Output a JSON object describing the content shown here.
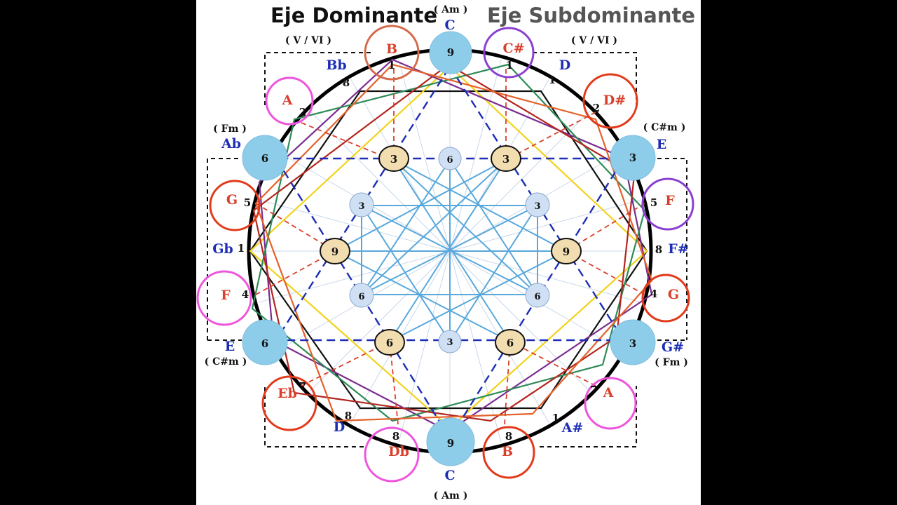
{
  "titles": {
    "left": "Eje Dominante",
    "right": "Eje Subdominante",
    "top_chord": "( Am )",
    "bottom_chord": "( Am )",
    "top_left_degree": "( V / VI )",
    "top_right_degree": "( V / VI )"
  },
  "chord_labels": {
    "fm_top": "( Fm )",
    "csm_top": "( C#m )",
    "csm_bottom": "( C#m )",
    "fm_bottom": "( Fm )"
  },
  "blue_notes": {
    "c_top": "C",
    "bb": "Bb",
    "d_top": "D",
    "ab": "Ab",
    "e_top": "E",
    "gb": "Gb",
    "fs": "F#",
    "e_bottom": "E",
    "gs": "G#",
    "d_bottom": "D",
    "as": "A#",
    "c_bottom": "C"
  },
  "outer_circles": {
    "b_top": "B",
    "cs": "C#",
    "a_left": "A",
    "ds": "D#",
    "g_left": "G",
    "f_right": "F",
    "f_left": "F",
    "g_right": "G",
    "eb": "Eb",
    "a_right": "A",
    "db": "Db",
    "b_bottom": "B"
  },
  "perimeter_numbers": {
    "n1_top_left": "1",
    "n1_top_right": "1",
    "n8_left": "8",
    "n1_right": "1",
    "n2_left": "2",
    "n2_right": "2",
    "n5_left": "5",
    "n5_right": "5",
    "n1_mid": "1",
    "n8_mid": "8",
    "n4_left": "4",
    "n4_right": "4",
    "n7_bottom": "7",
    "n7_right": "7",
    "n8_bottom_left": "8",
    "n1_bottom_right": "1",
    "n8_bl2": "8",
    "n8_br2": "8"
  },
  "nodes": {
    "top": "9",
    "bottom": "9",
    "ul": "6",
    "ur": "3",
    "ll": "6",
    "lr": "3",
    "tan_u1": "3",
    "tan_u2": "3",
    "tan_l": "9",
    "tan_r": "9",
    "tan_d1": "6",
    "tan_d2": "6",
    "lb_top": "6",
    "lb_ul": "3",
    "lb_ur": "3",
    "lb_ll": "6",
    "lb_lr": "6",
    "lb_bot": "3"
  },
  "colors": {
    "blue_note": "#1d2db5",
    "red_note": "#d9402b",
    "node_blue": "#8ecde9",
    "node_tan": "#f1ddb0",
    "node_light": "#cfe0f5",
    "magenta": "#ee55dd",
    "purple": "#8b3fd1",
    "orange_red": "#e23a1a",
    "yellow": "#f2d21c",
    "green": "#2e8b57",
    "dark_red": "#b3261e",
    "inner_lines": "#58a8dc"
  }
}
